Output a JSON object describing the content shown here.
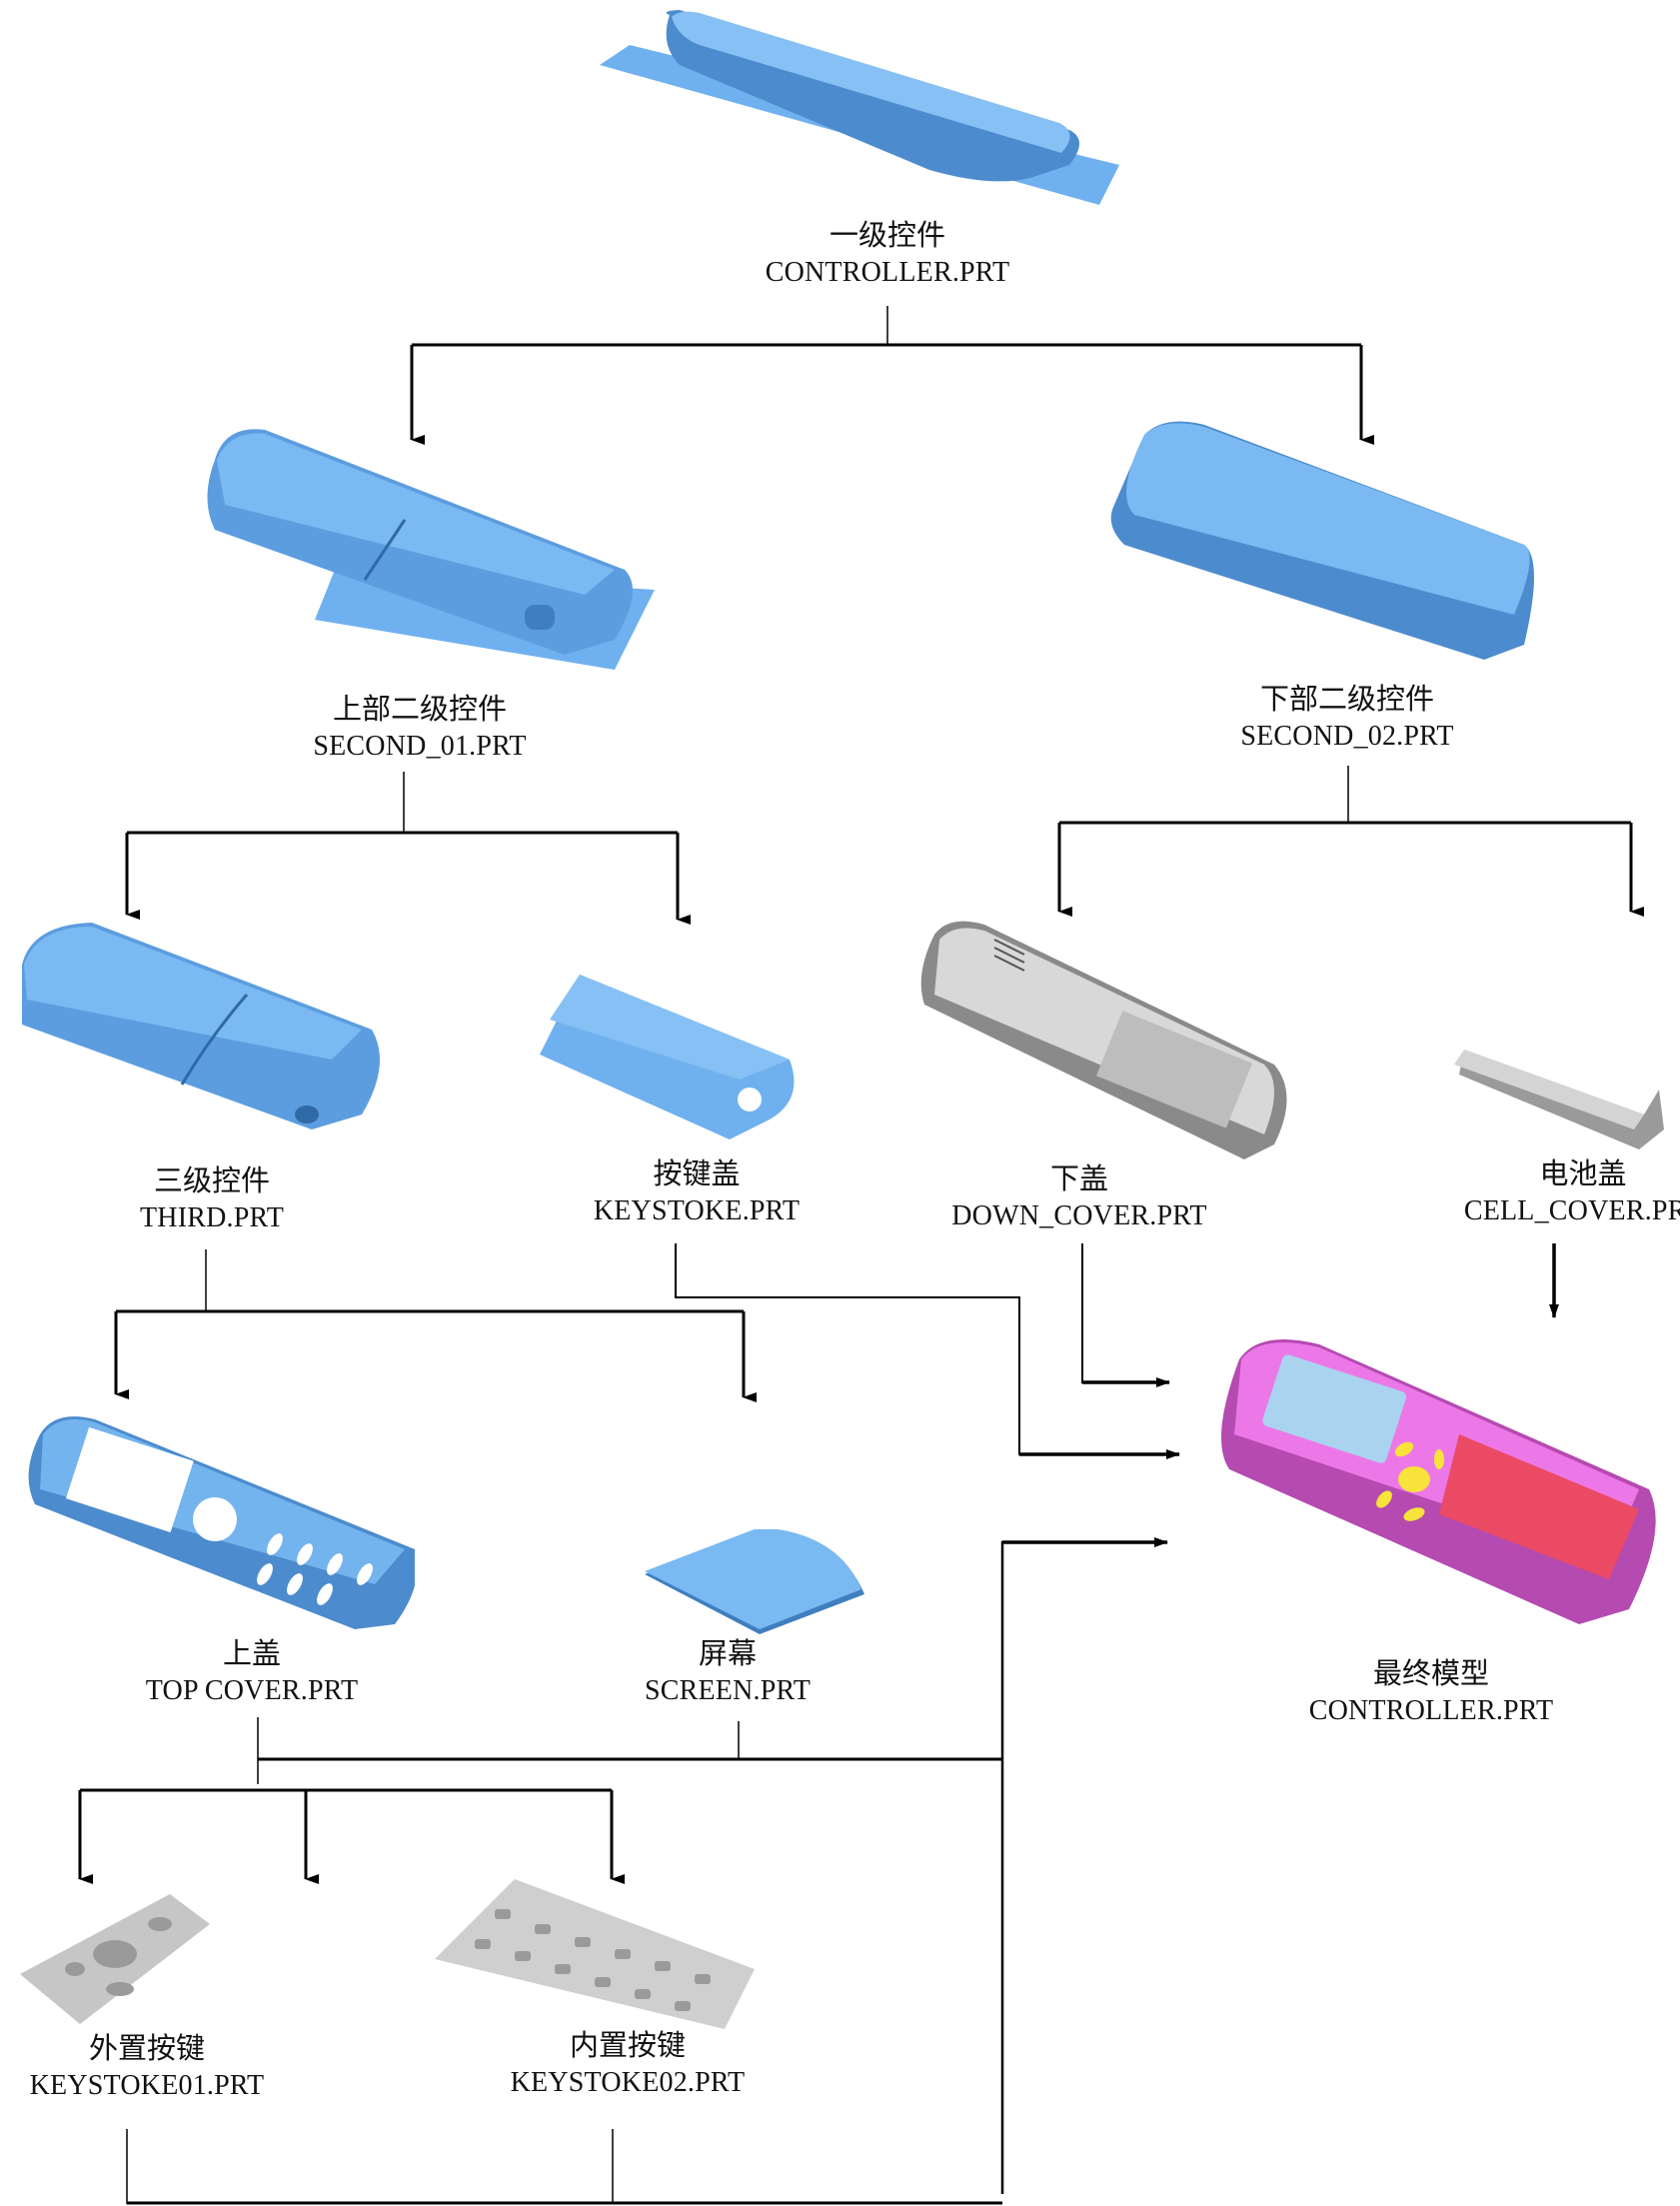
{
  "diagram": {
    "title": "",
    "colors": {
      "wip_part": "#6fb0ee",
      "wip_part_shadow": "#3f7fc0",
      "gray_part": "#cfcfcf",
      "gray_part_shadow": "#8a8a8a",
      "final_body": "#e86ae6",
      "final_keypad": "#ea4a64",
      "final_screen": "#a9d3ef",
      "final_keys": "#f7e33a",
      "connector": "#000000"
    },
    "nodes": [
      {
        "id": "controller",
        "cn": "一级控件",
        "en": "CONTROLLER.PRT",
        "icon": "blue-skeleton-part-icon"
      },
      {
        "id": "second_01",
        "cn": "上部二级控件",
        "en": "SECOND_01.PRT",
        "icon": "blue-upper-skeleton-icon"
      },
      {
        "id": "second_02",
        "cn": "下部二级控件",
        "en": "SECOND_02.PRT",
        "icon": "blue-lower-skeleton-icon"
      },
      {
        "id": "third",
        "cn": "三级控件",
        "en": "THIRD.PRT",
        "icon": "blue-third-skeleton-icon"
      },
      {
        "id": "keystoke",
        "cn": "按键盖",
        "en": "KEYSTOKE.PRT",
        "icon": "blue-key-cover-icon"
      },
      {
        "id": "down_cover",
        "cn": "下盖",
        "en": "DOWN_COVER.PRT",
        "icon": "gray-down-cover-icon"
      },
      {
        "id": "cell_cover",
        "cn": "电池盖",
        "en": "CELL_COVER.PRT",
        "icon": "gray-battery-cover-icon"
      },
      {
        "id": "top_cover",
        "cn": "上盖",
        "en": "TOP  COVER.PRT",
        "icon": "blue-top-cover-icon"
      },
      {
        "id": "screen",
        "cn": "屏幕",
        "en": "SCREEN.PRT",
        "icon": "blue-screen-icon"
      },
      {
        "id": "final",
        "cn": "最终模型",
        "en": "CONTROLLER.PRT",
        "icon": "final-remote-control-icon"
      },
      {
        "id": "keystoke01",
        "cn": "外置按键",
        "en": "KEYSTOKE01.PRT",
        "icon": "gray-outer-keys-icon"
      },
      {
        "id": "keystoke02",
        "cn": "内置按键",
        "en": "KEYSTOKE02.PRT",
        "icon": "gray-inner-keys-icon"
      }
    ],
    "edges": [
      {
        "from": "controller",
        "to": "second_01"
      },
      {
        "from": "controller",
        "to": "second_02"
      },
      {
        "from": "second_01",
        "to": "third"
      },
      {
        "from": "second_01",
        "to": "keystoke"
      },
      {
        "from": "second_02",
        "to": "down_cover"
      },
      {
        "from": "second_02",
        "to": "cell_cover"
      },
      {
        "from": "third",
        "to": "top_cover"
      },
      {
        "from": "third",
        "to": "screen"
      },
      {
        "from": "top_cover",
        "to": "keystoke01"
      },
      {
        "from": "top_cover",
        "to": "keystoke02"
      },
      {
        "from": "keystoke",
        "to": "final"
      },
      {
        "from": "down_cover",
        "to": "final"
      },
      {
        "from": "cell_cover",
        "to": "final"
      },
      {
        "from": "top_cover",
        "to": "final"
      },
      {
        "from": "screen",
        "to": "final"
      },
      {
        "from": "keystoke01",
        "to": "final"
      },
      {
        "from": "keystoke02",
        "to": "final"
      }
    ]
  }
}
